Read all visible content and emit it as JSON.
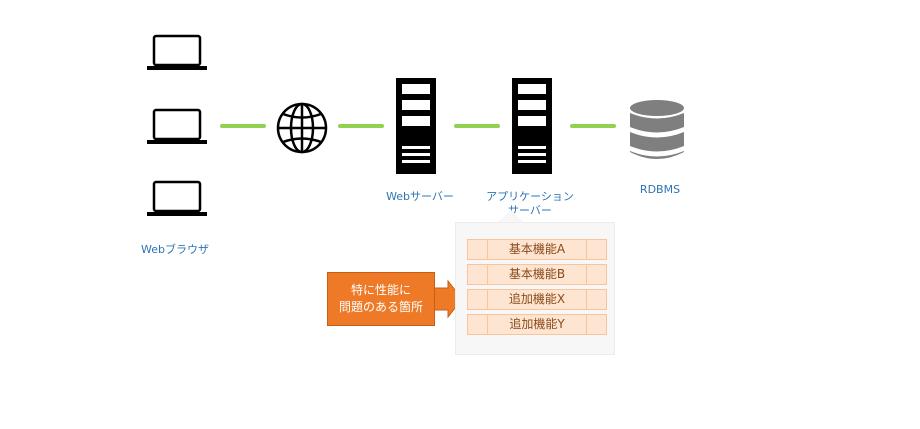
{
  "nodes": {
    "browser_label": "Webブラウザ",
    "web_server_label": "Webサーバー",
    "app_server_label_line1": "アプリケーション",
    "app_server_label_line2": "サーバー",
    "db_label": "RDBMS"
  },
  "modules": [
    "基本機能A",
    "基本機能B",
    "追加機能X",
    "追加機能Y"
  ],
  "annotation": {
    "line1": "特に性能に",
    "line2": "問題のある箇所"
  },
  "colors": {
    "connector": "#92d050",
    "label_text": "#2e74b5",
    "module_fill": "#fde5d1",
    "annotation_fill": "#ee7a28",
    "icon": "#000000",
    "database": "#7f7f7f"
  }
}
